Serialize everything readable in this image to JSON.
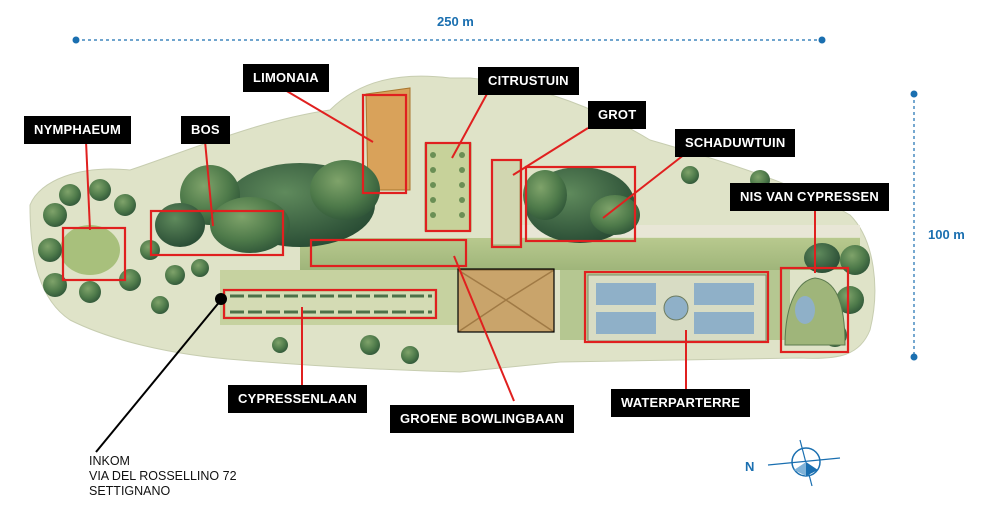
{
  "dimensions": {
    "width_label": "250 m",
    "height_label": "100 m"
  },
  "areas": {
    "nymphaeum": "NYMPHAEUM",
    "bos": "BOS",
    "limonaia": "LIMONAIA",
    "citrustuin": "CITRUSTUIN",
    "grot": "GROT",
    "schaduwtuin": "SCHADUWTUIN",
    "nis_van_cypressen": "NIS VAN CYPRESSEN",
    "cypressenlaan": "CYPRESSENLAAN",
    "groene_bowlingbaan": "GROENE BOWLINGBAAN",
    "waterparterre": "WATERPARTERRE"
  },
  "entrance": {
    "line1": "INKOM",
    "line2": "VIA DEL ROSSELLINO 72",
    "line3": "SETTIGNANO"
  },
  "compass": {
    "north_label": "N"
  },
  "colors": {
    "highlight": "#e0201f",
    "dimension": "#1a6fb0",
    "label_bg": "#000000"
  }
}
